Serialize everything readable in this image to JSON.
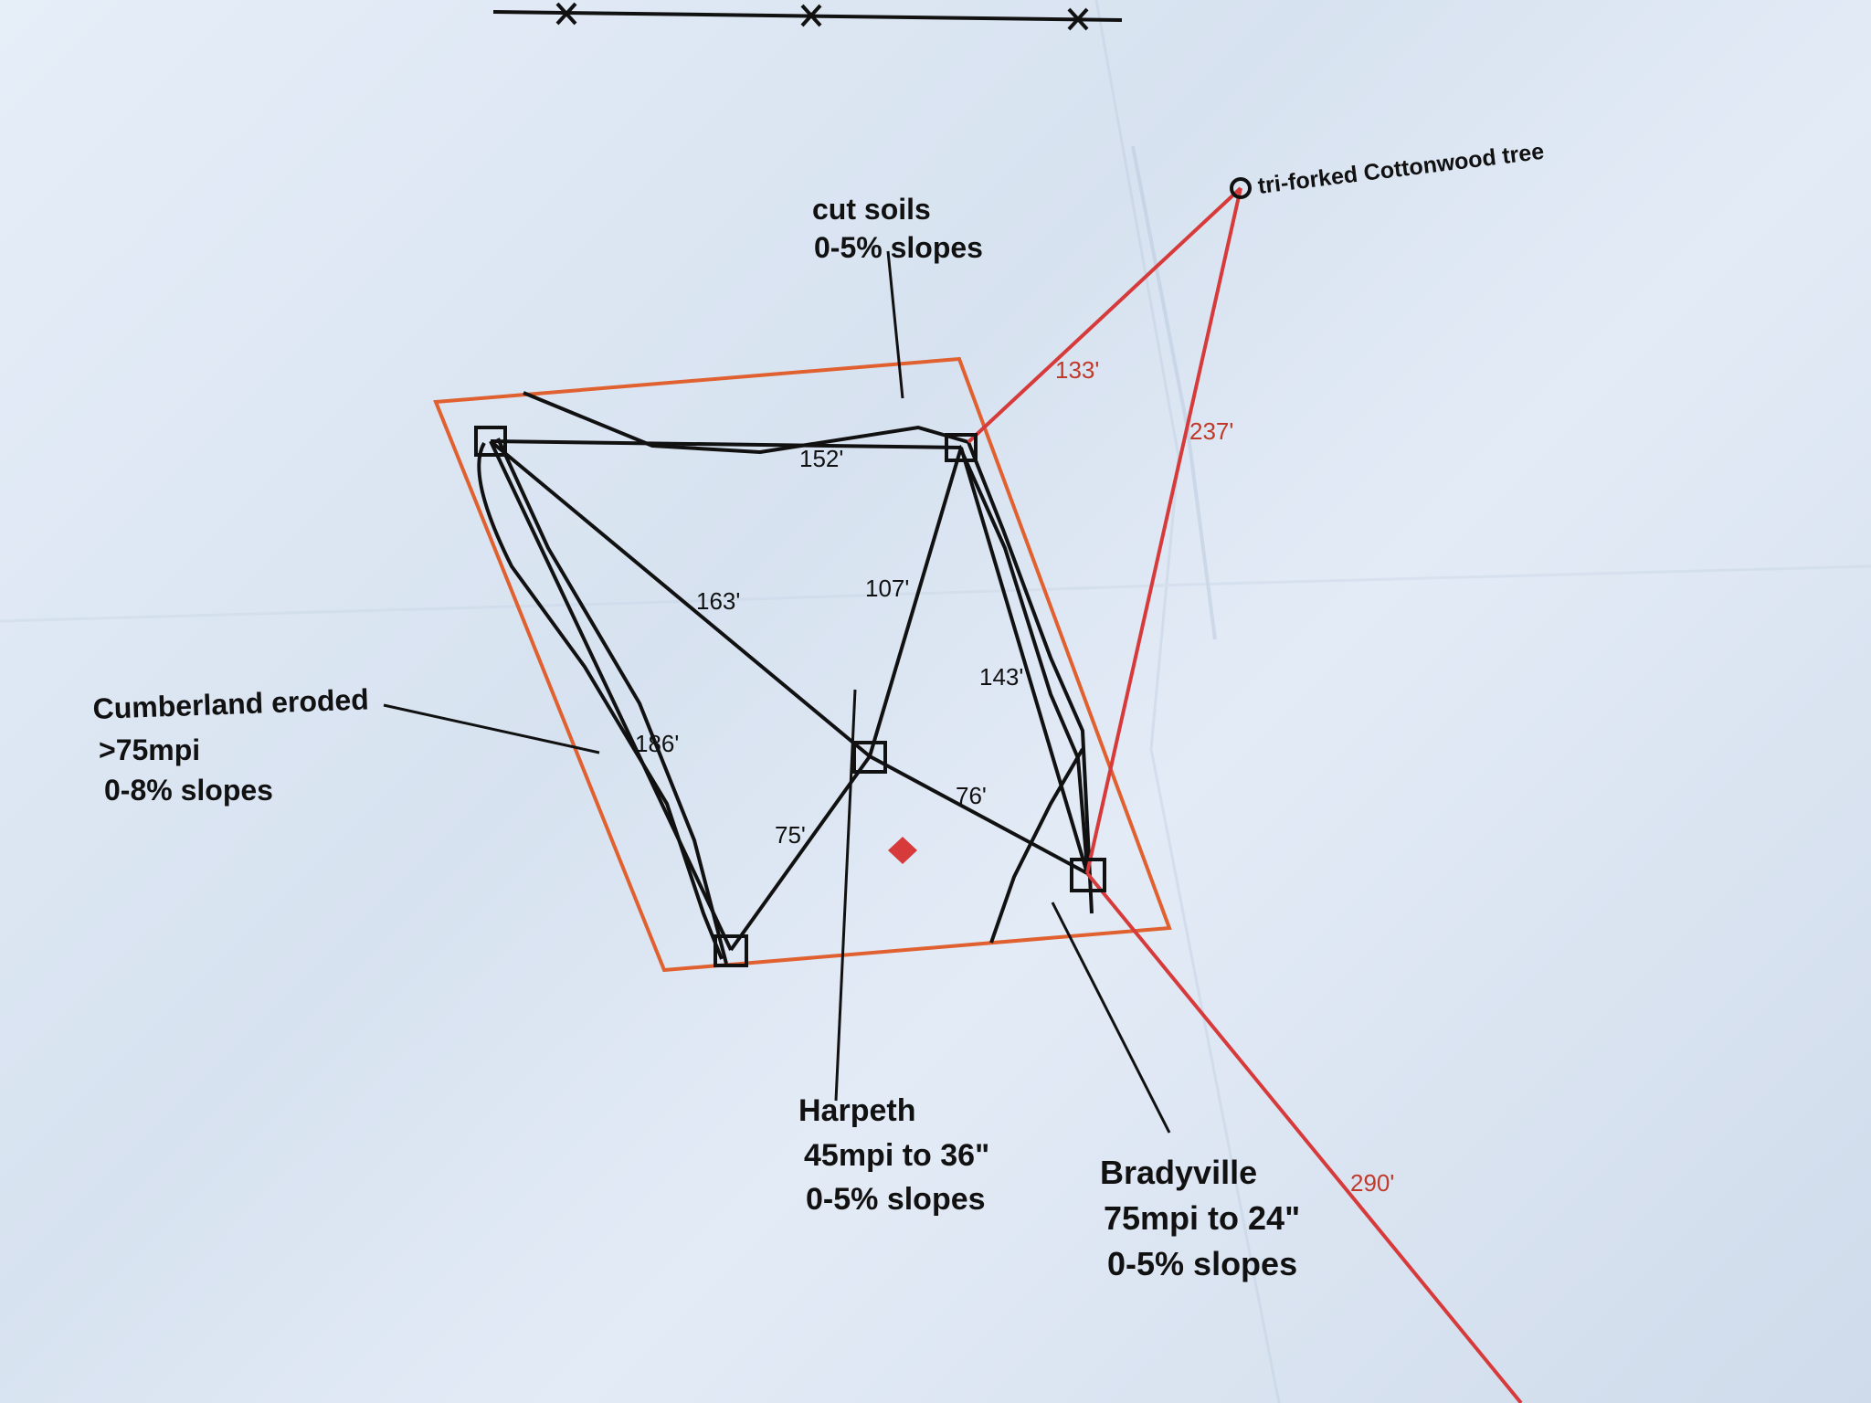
{
  "colors": {
    "paper": "#e2eaf5",
    "ink": "#111111",
    "boundary": "#e0602f",
    "reference_line": "#d63a3a",
    "marker": "#d63a3a"
  },
  "labels": {
    "cut_soils": {
      "line1": "cut soils",
      "line2": "0-5% slopes"
    },
    "cumberland": {
      "line1": "Cumberland eroded",
      "line2": ">75mpi",
      "line3": "0-8% slopes"
    },
    "harpeth": {
      "line1": "Harpeth",
      "line2": "45mpi to 36\"",
      "line3": "0-5% slopes"
    },
    "bradyville": {
      "line1": "Bradyville",
      "line2": "75mpi to 24\"",
      "line3": "0-5% slopes"
    },
    "tree": "tri-forked Cottonwood tree"
  },
  "measurements": {
    "top": "152'",
    "diag_long": "163'",
    "center_up": "107'",
    "right_side": "143'",
    "left_side": "186'",
    "center_right": "76'",
    "center_down": "75'"
  },
  "reference_measurements": {
    "to_top_right": "133'",
    "to_bottom_right": "237'",
    "southeast": "290'"
  },
  "icons": {
    "corner_marker": "square-marker-icon",
    "center_marker": "red-diamond-icon",
    "tree_marker": "circle-tree-icon",
    "fence_cross": "x-mark-icon"
  }
}
